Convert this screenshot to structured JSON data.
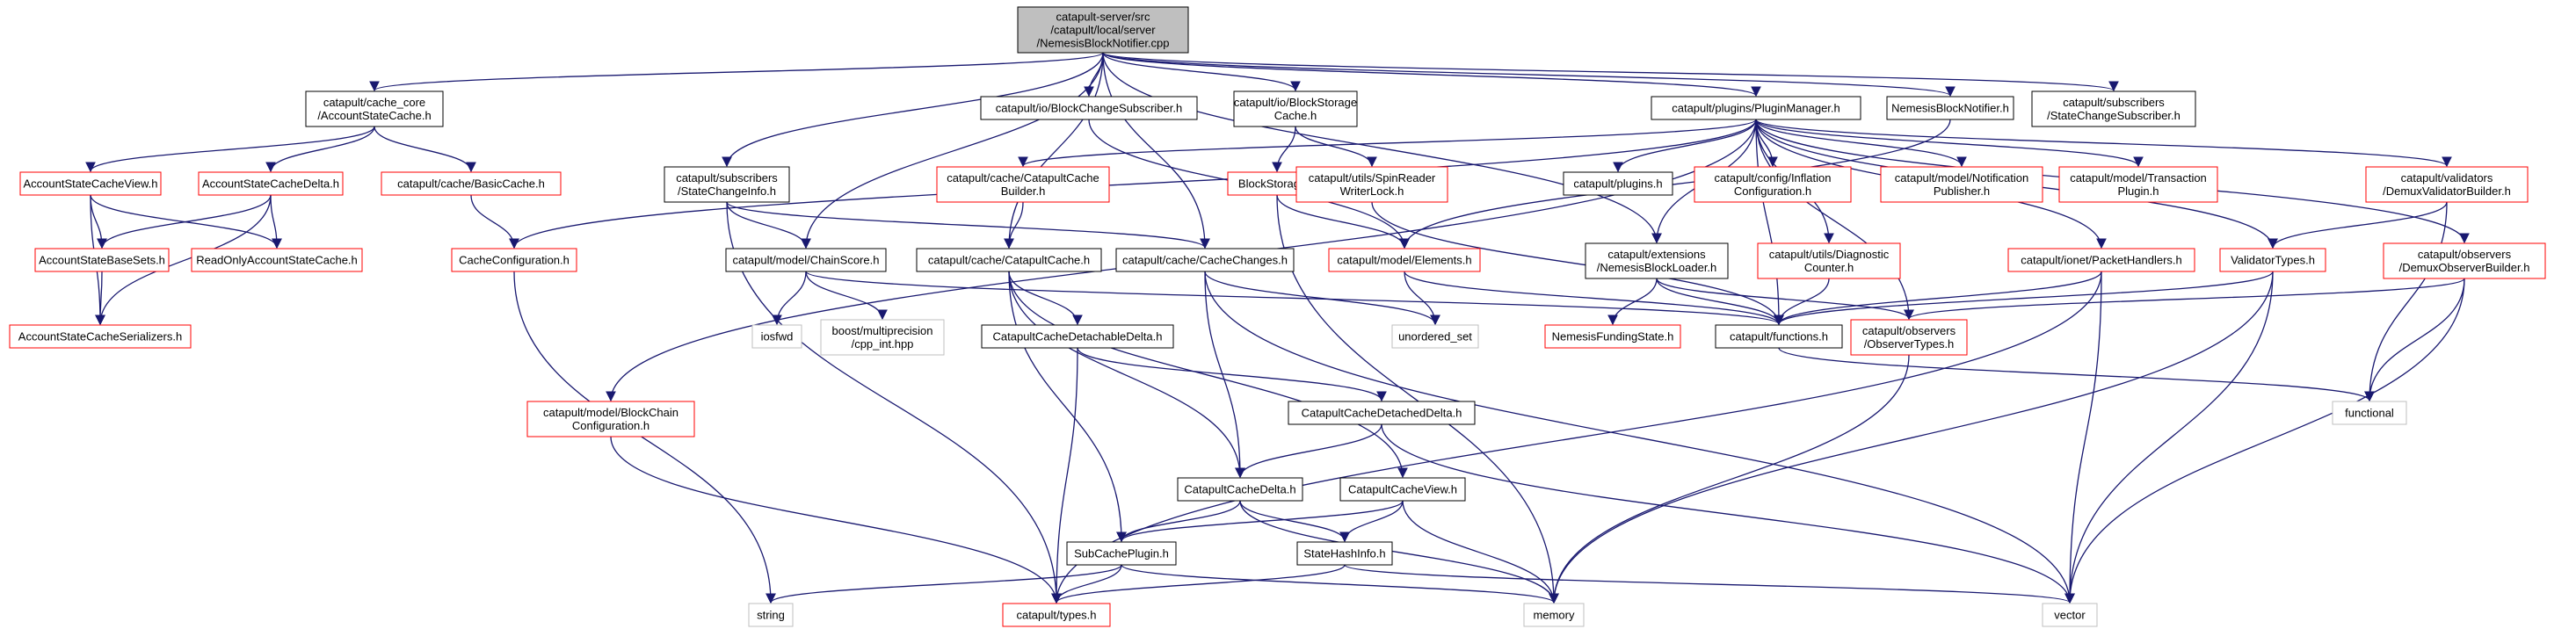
{
  "diagram": {
    "colors": {
      "edge": "#191970",
      "root_fill": "#bfbfbf",
      "root_border": "#000000",
      "normal_border": "#000000",
      "truncated_border": "#ff0000",
      "system_border": "#bfbfbf",
      "system_text": "#7f7f7f"
    },
    "nodes": [
      {
        "id": "root",
        "kind": "root",
        "lines": [
          "catapult-server/src",
          "/catapult/local/server",
          "/NemesisBlockNotifier.cpp"
        ]
      },
      {
        "id": "account_state_cache",
        "kind": "normal",
        "lines": [
          "catapult/cache_core",
          "/AccountStateCache.h"
        ]
      },
      {
        "id": "block_change_subscriber",
        "kind": "normal",
        "lines": [
          "catapult/io/BlockChangeSubscriber.h"
        ]
      },
      {
        "id": "block_storage_cache",
        "kind": "normal",
        "lines": [
          "catapult/io/BlockStorage",
          "Cache.h"
        ]
      },
      {
        "id": "plugin_manager",
        "kind": "normal",
        "lines": [
          "catapult/plugins/PluginManager.h"
        ]
      },
      {
        "id": "nemesis_block_notifier",
        "kind": "normal",
        "lines": [
          "NemesisBlockNotifier.h"
        ]
      },
      {
        "id": "state_change_subscriber",
        "kind": "normal",
        "lines": [
          "catapult/subscribers",
          "/StateChangeSubscriber.h"
        ]
      },
      {
        "id": "account_state_cache_view",
        "kind": "truncated",
        "lines": [
          "AccountStateCacheView.h"
        ]
      },
      {
        "id": "account_state_cache_delta",
        "kind": "truncated",
        "lines": [
          "AccountStateCacheDelta.h"
        ]
      },
      {
        "id": "basic_cache",
        "kind": "truncated",
        "lines": [
          "catapult/cache/BasicCache.h"
        ]
      },
      {
        "id": "state_change_info",
        "kind": "normal",
        "lines": [
          "catapult/subscribers",
          "/StateChangeInfo.h"
        ]
      },
      {
        "id": "catapult_cache_builder",
        "kind": "truncated",
        "lines": [
          "catapult/cache/CatapultCache",
          "Builder.h"
        ]
      },
      {
        "id": "block_storage",
        "kind": "truncated",
        "lines": [
          "BlockStorage.h"
        ]
      },
      {
        "id": "spin_reader_writer_lock",
        "kind": "truncated",
        "lines": [
          "catapult/utils/SpinReader",
          "WriterLock.h"
        ]
      },
      {
        "id": "plugins_h",
        "kind": "normal",
        "lines": [
          "catapult/plugins.h"
        ]
      },
      {
        "id": "inflation_configuration",
        "kind": "truncated",
        "lines": [
          "catapult/config/Inflation",
          "Configuration.h"
        ]
      },
      {
        "id": "notification_publisher",
        "kind": "truncated",
        "lines": [
          "catapult/model/Notification",
          "Publisher.h"
        ]
      },
      {
        "id": "transaction_plugin",
        "kind": "truncated",
        "lines": [
          "catapult/model/Transaction",
          "Plugin.h"
        ]
      },
      {
        "id": "demux_validator_builder",
        "kind": "truncated",
        "lines": [
          "catapult/validators",
          "/DemuxValidatorBuilder.h"
        ]
      },
      {
        "id": "account_state_base_sets",
        "kind": "truncated",
        "lines": [
          "AccountStateBaseSets.h"
        ]
      },
      {
        "id": "read_only_account_state_cache",
        "kind": "truncated",
        "lines": [
          "ReadOnlyAccountStateCache.h"
        ]
      },
      {
        "id": "cache_configuration",
        "kind": "truncated",
        "lines": [
          "CacheConfiguration.h"
        ]
      },
      {
        "id": "chain_score",
        "kind": "normal",
        "lines": [
          "catapult/model/ChainScore.h"
        ]
      },
      {
        "id": "catapult_cache",
        "kind": "normal",
        "lines": [
          "catapult/cache/CatapultCache.h"
        ]
      },
      {
        "id": "cache_changes",
        "kind": "normal",
        "lines": [
          "catapult/cache/CacheChanges.h"
        ]
      },
      {
        "id": "model_elements",
        "kind": "truncated",
        "lines": [
          "catapult/model/Elements.h"
        ]
      },
      {
        "id": "nemesis_block_loader",
        "kind": "normal",
        "lines": [
          "catapult/extensions",
          "/NemesisBlockLoader.h"
        ]
      },
      {
        "id": "diagnostic_counter",
        "kind": "truncated",
        "lines": [
          "catapult/utils/Diagnostic",
          "Counter.h"
        ]
      },
      {
        "id": "packet_handlers",
        "kind": "truncated",
        "lines": [
          "catapult/ionet/PacketHandlers.h"
        ]
      },
      {
        "id": "validator_types",
        "kind": "truncated",
        "lines": [
          "ValidatorTypes.h"
        ]
      },
      {
        "id": "demux_observer_builder",
        "kind": "truncated",
        "lines": [
          "catapult/observers",
          "/DemuxObserverBuilder.h"
        ]
      },
      {
        "id": "account_state_cache_serializers",
        "kind": "truncated",
        "lines": [
          "AccountStateCacheSerializers.h"
        ]
      },
      {
        "id": "iosfwd",
        "kind": "system",
        "lines": [
          "iosfwd"
        ]
      },
      {
        "id": "cpp_int",
        "kind": "system",
        "lines": [
          "boost/multiprecision",
          "/cpp_int.hpp"
        ]
      },
      {
        "id": "unordered_set",
        "kind": "system",
        "lines": [
          "unordered_set"
        ]
      },
      {
        "id": "nemesis_funding_state",
        "kind": "truncated",
        "lines": [
          "NemesisFundingState.h"
        ]
      },
      {
        "id": "functions_h",
        "kind": "normal",
        "lines": [
          "catapult/functions.h"
        ]
      },
      {
        "id": "observer_types",
        "kind": "truncated",
        "lines": [
          "catapult/observers",
          "/ObserverTypes.h"
        ]
      },
      {
        "id": "catapult_cache_detachable_delta",
        "kind": "normal",
        "lines": [
          "CatapultCacheDetachableDelta.h"
        ]
      },
      {
        "id": "block_chain_configuration",
        "kind": "truncated",
        "lines": [
          "catapult/model/BlockChain",
          "Configuration.h"
        ]
      },
      {
        "id": "catapult_cache_detached_delta",
        "kind": "normal",
        "lines": [
          "CatapultCacheDetachedDelta.h"
        ]
      },
      {
        "id": "functional",
        "kind": "system",
        "lines": [
          "functional"
        ]
      },
      {
        "id": "catapult_cache_delta",
        "kind": "normal",
        "lines": [
          "CatapultCacheDelta.h"
        ]
      },
      {
        "id": "catapult_cache_view",
        "kind": "normal",
        "lines": [
          "CatapultCacheView.h"
        ]
      },
      {
        "id": "sub_cache_plugin",
        "kind": "normal",
        "lines": [
          "SubCachePlugin.h"
        ]
      },
      {
        "id": "state_hash_info",
        "kind": "normal",
        "lines": [
          "StateHashInfo.h"
        ]
      },
      {
        "id": "string",
        "kind": "system",
        "lines": [
          "string"
        ]
      },
      {
        "id": "types_h",
        "kind": "truncated",
        "lines": [
          "catapult/types.h"
        ]
      },
      {
        "id": "memory",
        "kind": "system",
        "lines": [
          "memory"
        ]
      },
      {
        "id": "vector",
        "kind": "system",
        "lines": [
          "vector"
        ]
      }
    ],
    "edges": [
      [
        "root",
        "account_state_cache"
      ],
      [
        "root",
        "block_change_subscriber"
      ],
      [
        "root",
        "block_storage_cache"
      ],
      [
        "root",
        "plugin_manager"
      ],
      [
        "root",
        "nemesis_block_notifier"
      ],
      [
        "root",
        "state_change_subscriber"
      ],
      [
        "root",
        "state_change_info"
      ],
      [
        "root",
        "chain_score"
      ],
      [
        "root",
        "catapult_cache"
      ],
      [
        "root",
        "cache_changes"
      ],
      [
        "root",
        "nemesis_block_loader"
      ],
      [
        "account_state_cache",
        "account_state_cache_view"
      ],
      [
        "account_state_cache",
        "account_state_cache_delta"
      ],
      [
        "account_state_cache",
        "basic_cache"
      ],
      [
        "account_state_cache_view",
        "account_state_base_sets"
      ],
      [
        "account_state_cache_view",
        "read_only_account_state_cache"
      ],
      [
        "account_state_cache_view",
        "account_state_cache_serializers"
      ],
      [
        "account_state_cache_delta",
        "account_state_base_sets"
      ],
      [
        "account_state_cache_delta",
        "read_only_account_state_cache"
      ],
      [
        "account_state_cache_delta",
        "account_state_cache_serializers"
      ],
      [
        "account_state_base_sets",
        "account_state_cache_serializers"
      ],
      [
        "basic_cache",
        "cache_configuration"
      ],
      [
        "cache_configuration",
        "string"
      ],
      [
        "block_change_subscriber",
        "model_elements"
      ],
      [
        "block_storage_cache",
        "block_storage"
      ],
      [
        "block_storage_cache",
        "spin_reader_writer_lock"
      ],
      [
        "block_storage",
        "model_elements"
      ],
      [
        "block_storage",
        "memory"
      ],
      [
        "spin_reader_writer_lock",
        "functions_h"
      ],
      [
        "plugin_manager",
        "cache_configuration"
      ],
      [
        "plugin_manager",
        "block_chain_configuration"
      ],
      [
        "plugin_manager",
        "catapult_cache_builder"
      ],
      [
        "plugin_manager",
        "plugins_h"
      ],
      [
        "plugin_manager",
        "inflation_configuration"
      ],
      [
        "plugin_manager",
        "notification_publisher"
      ],
      [
        "plugin_manager",
        "transaction_plugin"
      ],
      [
        "plugin_manager",
        "demux_validator_builder"
      ],
      [
        "plugin_manager",
        "demux_observer_builder"
      ],
      [
        "plugin_manager",
        "diagnostic_counter"
      ],
      [
        "plugin_manager",
        "packet_handlers"
      ],
      [
        "plugin_manager",
        "validator_types"
      ],
      [
        "plugin_manager",
        "observer_types"
      ],
      [
        "plugin_manager",
        "nemesis_block_loader"
      ],
      [
        "plugin_manager",
        "functions_h"
      ],
      [
        "nemesis_block_notifier",
        "model_elements"
      ],
      [
        "state_change_info",
        "chain_score"
      ],
      [
        "state_change_info",
        "cache_changes"
      ],
      [
        "state_change_info",
        "types_h"
      ],
      [
        "catapult_cache_builder",
        "catapult_cache"
      ],
      [
        "chain_score",
        "iosfwd"
      ],
      [
        "chain_score",
        "cpp_int"
      ],
      [
        "chain_score",
        "functions_h"
      ],
      [
        "catapult_cache",
        "catapult_cache_detachable_delta"
      ],
      [
        "catapult_cache",
        "catapult_cache_delta"
      ],
      [
        "catapult_cache",
        "catapult_cache_view"
      ],
      [
        "catapult_cache",
        "sub_cache_plugin"
      ],
      [
        "cache_changes",
        "unordered_set"
      ],
      [
        "cache_changes",
        "catapult_cache_delta"
      ],
      [
        "cache_changes",
        "vector"
      ],
      [
        "model_elements",
        "unordered_set"
      ],
      [
        "model_elements",
        "functions_h"
      ],
      [
        "nemesis_block_loader",
        "nemesis_funding_state"
      ],
      [
        "nemesis_block_loader",
        "functions_h"
      ],
      [
        "nemesis_block_loader",
        "observer_types"
      ],
      [
        "diagnostic_counter",
        "functions_h"
      ],
      [
        "packet_handlers",
        "functions_h"
      ],
      [
        "packet_handlers",
        "types_h"
      ],
      [
        "packet_handlers",
        "vector"
      ],
      [
        "demux_validator_builder",
        "validator_types"
      ],
      [
        "demux_validator_builder",
        "functional"
      ],
      [
        "validator_types",
        "functions_h"
      ],
      [
        "validator_types",
        "memory"
      ],
      [
        "validator_types",
        "vector"
      ],
      [
        "demux_observer_builder",
        "observer_types"
      ],
      [
        "demux_observer_builder",
        "functional"
      ],
      [
        "demux_observer_builder",
        "vector"
      ],
      [
        "functions_h",
        "functional"
      ],
      [
        "observer_types",
        "memory"
      ],
      [
        "catapult_cache_detachable_delta",
        "catapult_cache_detached_delta"
      ],
      [
        "catapult_cache_detachable_delta",
        "types_h"
      ],
      [
        "catapult_cache_detached_delta",
        "catapult_cache_delta"
      ],
      [
        "catapult_cache_detached_delta",
        "vector"
      ],
      [
        "block_chain_configuration",
        "types_h"
      ],
      [
        "catapult_cache_delta",
        "sub_cache_plugin"
      ],
      [
        "catapult_cache_delta",
        "state_hash_info"
      ],
      [
        "catapult_cache_delta",
        "memory"
      ],
      [
        "catapult_cache_view",
        "sub_cache_plugin"
      ],
      [
        "catapult_cache_view",
        "state_hash_info"
      ],
      [
        "catapult_cache_view",
        "memory"
      ],
      [
        "sub_cache_plugin",
        "string"
      ],
      [
        "sub_cache_plugin",
        "types_h"
      ],
      [
        "sub_cache_plugin",
        "memory"
      ],
      [
        "state_hash_info",
        "types_h"
      ],
      [
        "state_hash_info",
        "vector"
      ]
    ]
  }
}
